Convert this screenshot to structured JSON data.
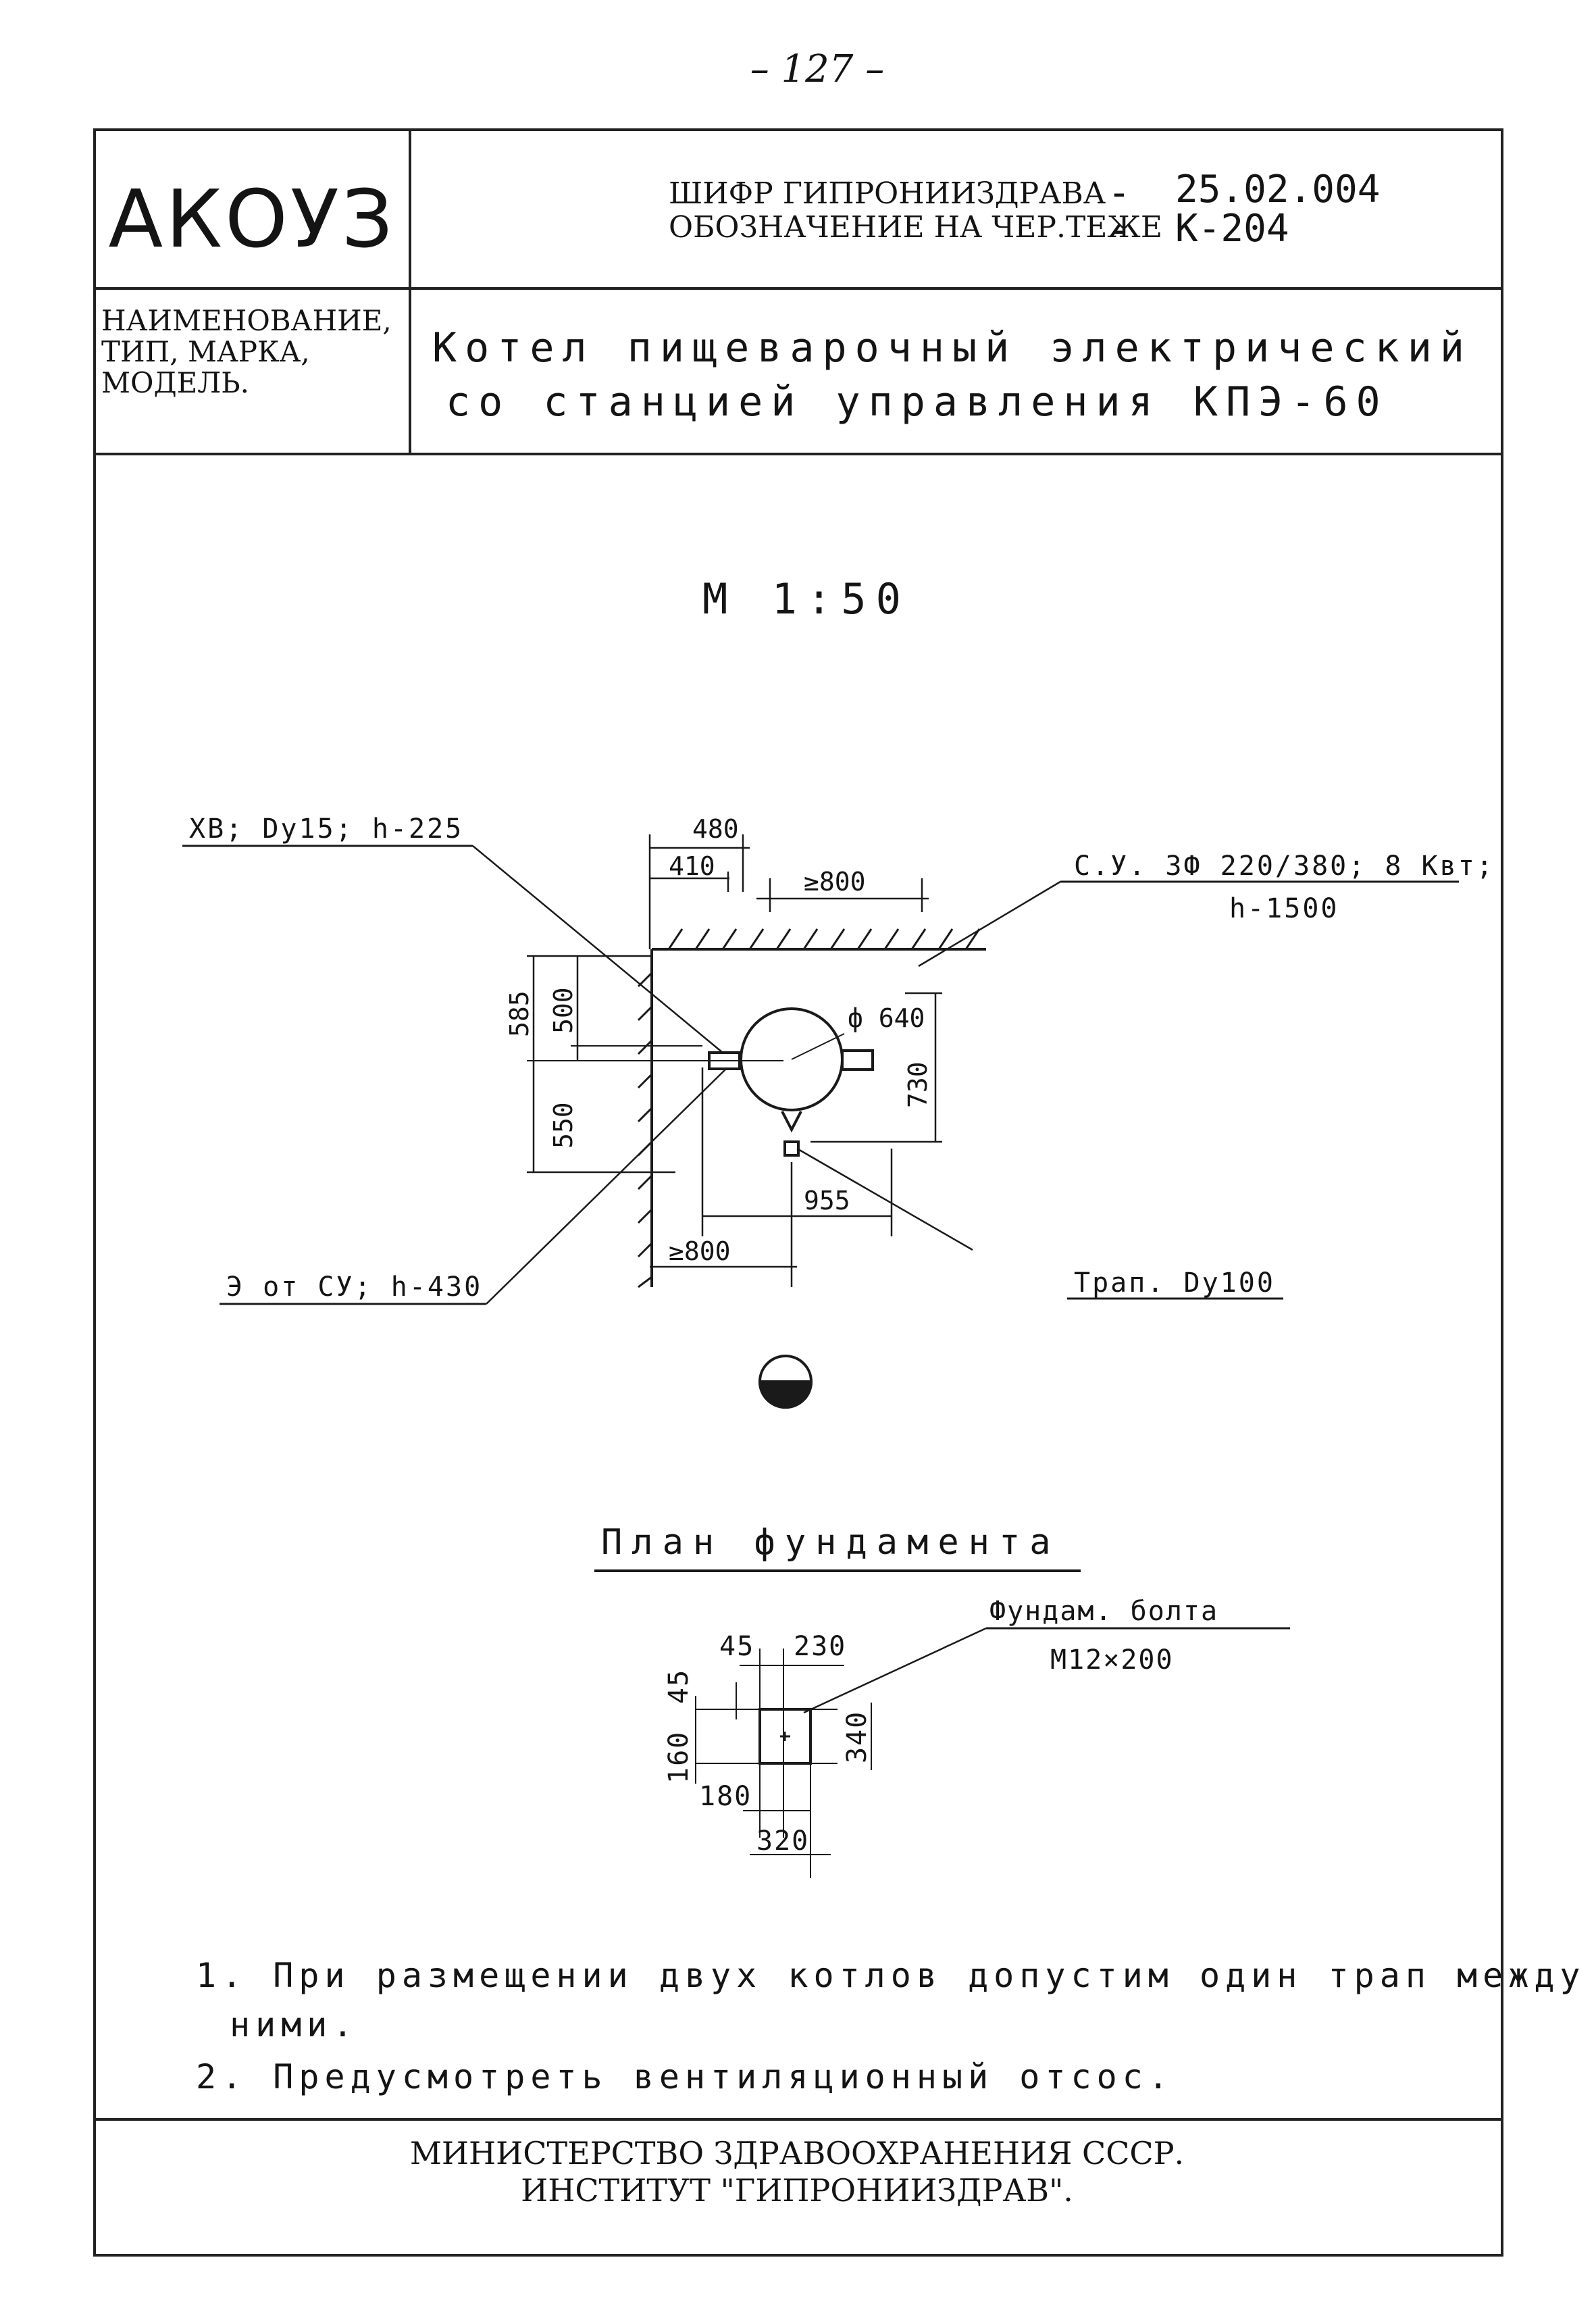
{
  "page_number": "– 127 –",
  "header": {
    "logo": "АКОУЗ",
    "cipher_label": "ШИФР ГИПРОНИИЗДРАВА",
    "cipher_value": "25.02.004",
    "designation_label": "ОБОЗНАЧЕНИЕ НА ЧЕР.ТЕЖЕ",
    "designation_value": "К-204",
    "name_label_lines": [
      "НАИМЕНОВАНИЕ,",
      "ТИП, МАРКА,",
      "МОДЕЛЬ."
    ],
    "title_line1": "Котел пищеварочный электрический",
    "title_line2": "со станцией управления КПЭ-60"
  },
  "scale": "М 1:50",
  "plan": {
    "xv_label": "ХВ; Dу15; h-225",
    "power_label_line1": "С.У. 3Ф 220/380; 8 Квт;",
    "power_label_line2": "h-1500",
    "el_label": "Э от СУ; h-430",
    "drain_label": "Трап. Dу100",
    "dims": {
      "d480": "480",
      "d410": "410",
      "d800_top": "≥800",
      "d585": "585",
      "d500": "500",
      "d550": "550",
      "d640": "ф 640",
      "d730": "730",
      "d955": "955",
      "d800_bottom": "≥800"
    }
  },
  "foundation": {
    "title": "План фундамента",
    "bolt_label_line1": "Фундам. болта",
    "bolt_label_line2": "М12×200",
    "dims": {
      "d45_top": "45",
      "d230": "230",
      "d45_left": "45",
      "d160": "160",
      "d340": "340",
      "d180": "180",
      "d320": "320"
    }
  },
  "notes": [
    "1. При размещении двух котлов допустим один трап между",
    "ними.",
    "2. Предусмотреть вентиляционный отсос."
  ],
  "footer": {
    "line1": "МИНИСТЕРСТВО ЗДРАВООХРАНЕНИЯ СССР.",
    "line2": "ИНСТИТУТ \"ГИПРОНИИЗДРАВ\"."
  }
}
